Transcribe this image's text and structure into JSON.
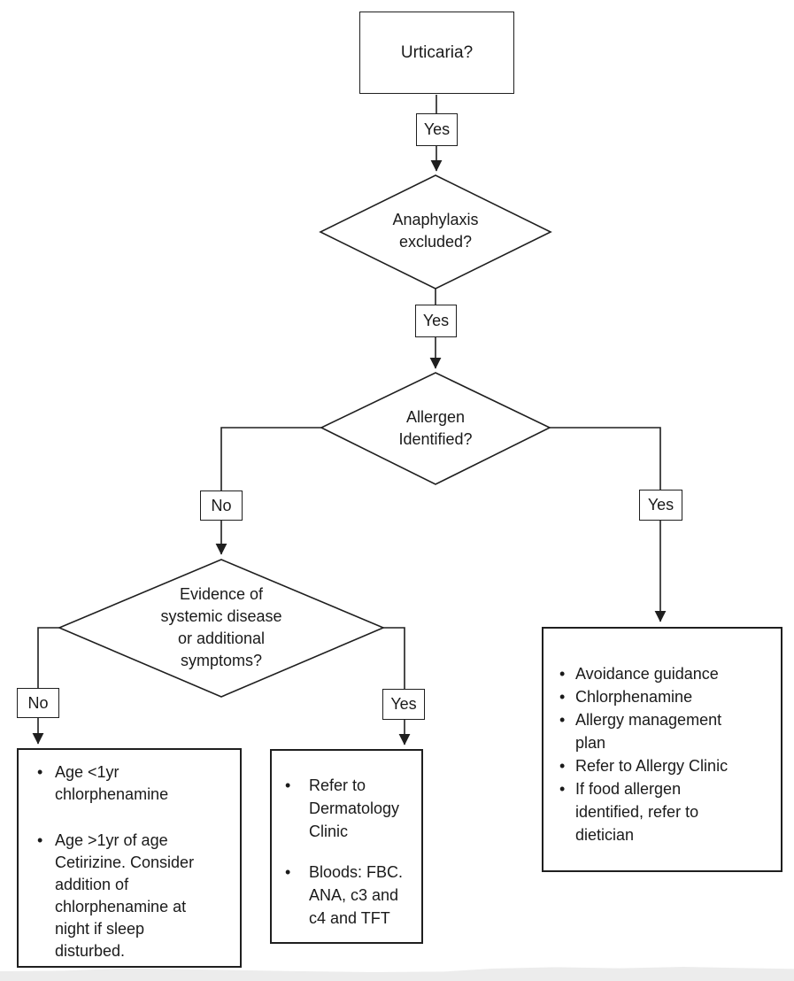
{
  "colors": {
    "line": "#1f1f1f",
    "text": "#1a1a1a",
    "background": "#ffffff",
    "shadow_band": "#ececec"
  },
  "flowchart": {
    "start_node": "Urticaria?",
    "decisions": {
      "anaphylaxis": "Anaphylaxis excluded?",
      "allergen": "Allergen Identified?",
      "systemic": "Evidence of systemic disease or additional symptoms?"
    },
    "edge_labels": {
      "urticaria_yes": "Yes",
      "anaphylaxis_yes": "Yes",
      "allergen_no": "No",
      "allergen_yes": "Yes",
      "systemic_no": "No",
      "systemic_yes": "Yes"
    },
    "outcomes": {
      "no_systemic_disease": {
        "bullets": [
          "Age <1yr chlorphenamine",
          "Age >1yr of age Cetirizine.  Consider addition of chlorphenamine at night if sleep disturbed."
        ]
      },
      "systemic_disease": {
        "bullets": [
          "Refer to Dermatology Clinic",
          "Bloods: FBC. ANA, c3 and c4 and TFT"
        ]
      },
      "allergen_identified": {
        "bullets": [
          "Avoidance guidance",
          "Chlorphenamine",
          "Allergy management plan",
          "Refer to Allergy Clinic",
          "If food allergen identified, refer to dietician"
        ]
      }
    },
    "bullet_glyph": "•"
  }
}
